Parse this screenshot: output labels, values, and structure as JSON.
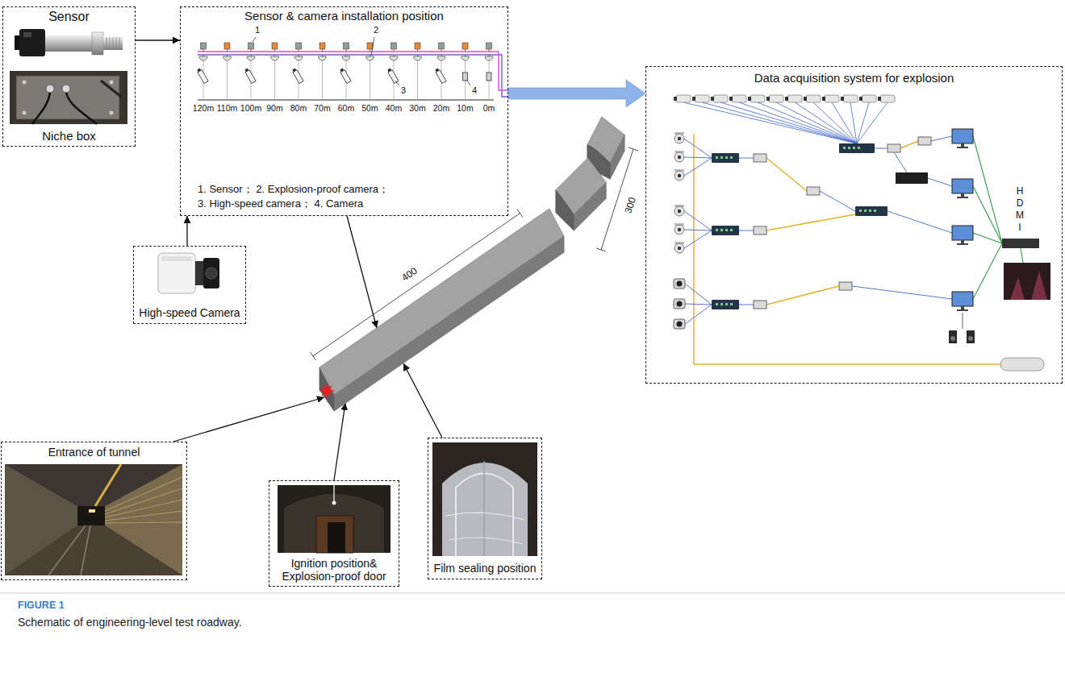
{
  "diagram": {
    "caption": "Schematic of engineering-level test roadway.",
    "nodes": [
      {
        "text": [
          "Sensor",
          "Niche box"
        ]
      },
      {
        "text": [
          "Sensor & camera installation position"
        ]
      },
      {
        "text": [
          "Data acquisition system for explosion"
        ]
      },
      {
        "text": [
          "High-speed Camera"
        ]
      },
      {
        "text": [
          "400",
          "300"
        ]
      },
      {
        "text": [
          "Entrance of tunnel"
        ]
      },
      {
        "text": [
          "Ignition position& Explosion-proof door"
        ]
      },
      {
        "text": [
          "Film sealing position"
        ]
      }
    ],
    "edges": [
      {
        "from": 0,
        "to": 1,
        "arrow": "to"
      },
      {
        "from": 3,
        "to": 1,
        "arrow": "to"
      },
      {
        "from": 1,
        "to": 4,
        "arrow": "to"
      },
      {
        "from": 1,
        "to": 2,
        "arrow": "to"
      },
      {
        "from": 5,
        "to": 4,
        "arrow": "to"
      },
      {
        "from": 6,
        "to": 4,
        "arrow": "to"
      },
      {
        "from": 7,
        "to": 4,
        "arrow": "to"
      }
    ],
    "labels": [
      "120m",
      "110m",
      "100m",
      "90m",
      "80m",
      "70m",
      "60m",
      "50m",
      "40m",
      "30m",
      "20m",
      "10m",
      "0m",
      "1",
      "2",
      "3",
      "4",
      "1. Sensor； 2. Explosion-proof camera；",
      "3. High-speed camera； 4. Camera",
      "HDMI",
      "FIGURE 1"
    ]
  }
}
